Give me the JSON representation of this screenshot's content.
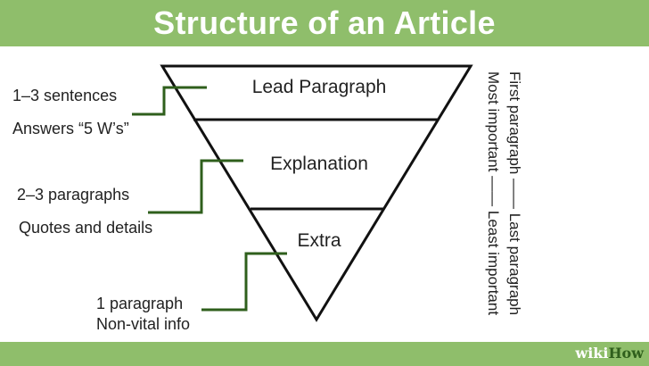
{
  "title": "Structure of an Article",
  "sections": [
    {
      "label": "Lead Paragraph",
      "notes": [
        "1–3 sentences",
        "Answers “5 W’s”"
      ]
    },
    {
      "label": "Explanation",
      "notes": [
        "2–3 paragraphs",
        "Quotes and details"
      ]
    },
    {
      "label": "Extra",
      "notes": [
        "1 paragraph",
        "Non-vital info"
      ]
    }
  ],
  "side_labels": [
    "First paragraph —— Last paragraph",
    "Most important —— Least important"
  ],
  "brand": {
    "part1": "wiki",
    "part2": "How"
  },
  "colors": {
    "header_bg": "#8fbe6b",
    "connector": "#2f5f1c",
    "outline": "#111111"
  }
}
